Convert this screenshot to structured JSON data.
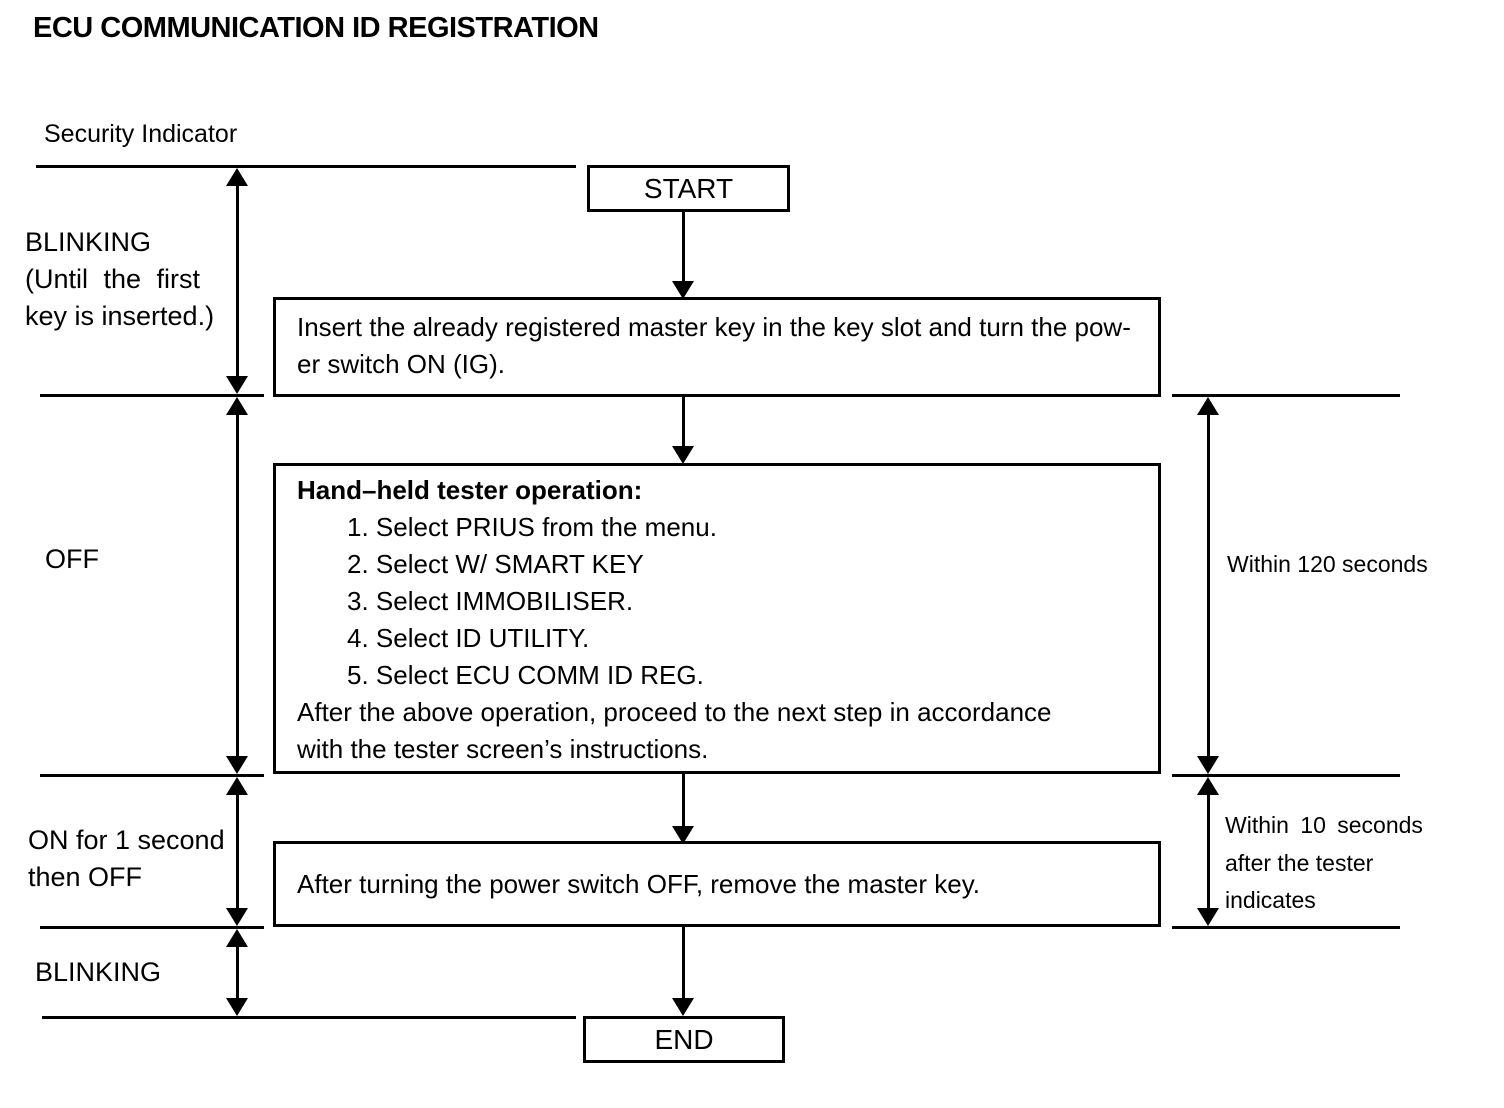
{
  "page": {
    "title": "ECU COMMUNICATION ID REGISTRATION"
  },
  "indicator": {
    "label": "Security Indicator",
    "states": [
      {
        "name": "blinking-until-first-key",
        "lines": [
          "BLINKING",
          "(Until the first",
          "key is inserted.)"
        ]
      },
      {
        "name": "off",
        "lines": [
          "OFF"
        ]
      },
      {
        "name": "on-for-1-second-then-off",
        "lines": [
          "ON for 1 second",
          "then OFF"
        ]
      },
      {
        "name": "blinking",
        "lines": [
          "BLINKING"
        ]
      }
    ]
  },
  "flowchart": {
    "start_label": "START",
    "end_label": "END",
    "step1": {
      "lines": [
        "Insert the already registered master key in the key slot and turn the pow-",
        "er switch ON (IG)."
      ]
    },
    "step2": {
      "heading": "Hand–held tester operation:",
      "items": [
        "1. Select PRIUS from the menu.",
        "2. Select W/ SMART KEY",
        "3. Select IMMOBILISER.",
        "4. Select ID UTILITY.",
        "5. Select ECU COMM ID REG."
      ],
      "footer_lines": [
        "After the above operation, proceed to the next step in accordance",
        "with the tester screen’s instructions."
      ]
    },
    "step3": {
      "text": "After turning the power switch OFF, remove the master key."
    }
  },
  "timing": {
    "t120": {
      "lines": [
        "Within 120 seconds"
      ]
    },
    "t10": {
      "lines": [
        "Within 10 seconds",
        "after the tester",
        "indicates"
      ]
    }
  }
}
